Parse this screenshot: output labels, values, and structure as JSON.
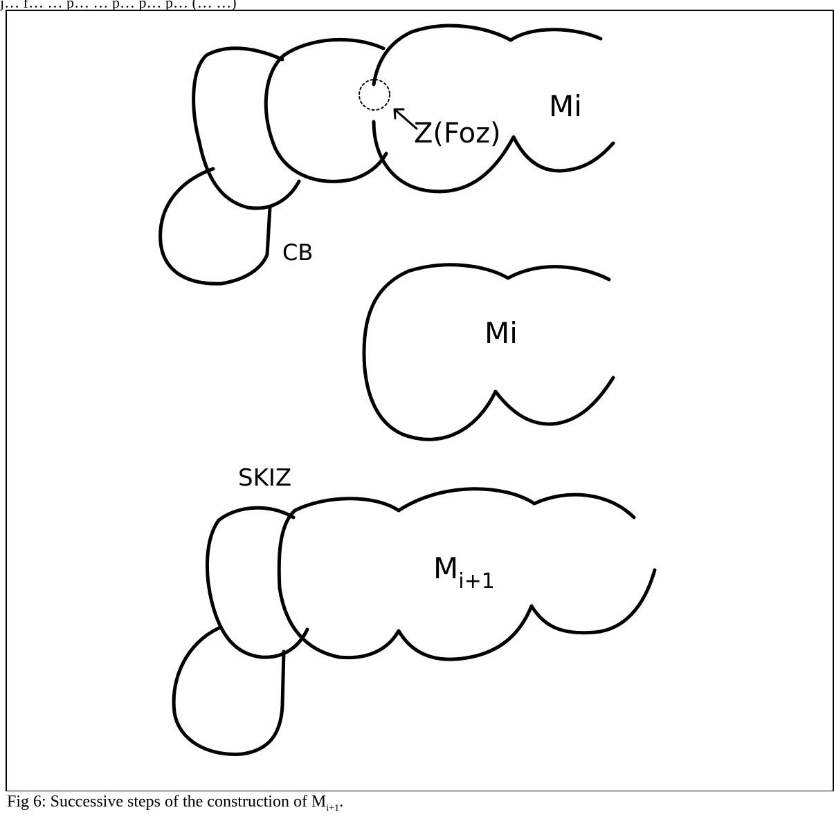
{
  "top_cut_text": "j… f…  … p… … p…  p…  p…  (… …)",
  "labels": {
    "mi_top": "Mi",
    "z_foz": "Z(Foz)",
    "cb": "CB",
    "mi_mid": "Mi",
    "skiz": "SKIZ",
    "mi1_base": "M",
    "mi1_sub": "i+1"
  },
  "caption": {
    "text": "Fig 6: Successive steps of the construction of M",
    "sub": "i+1",
    "end": "."
  }
}
